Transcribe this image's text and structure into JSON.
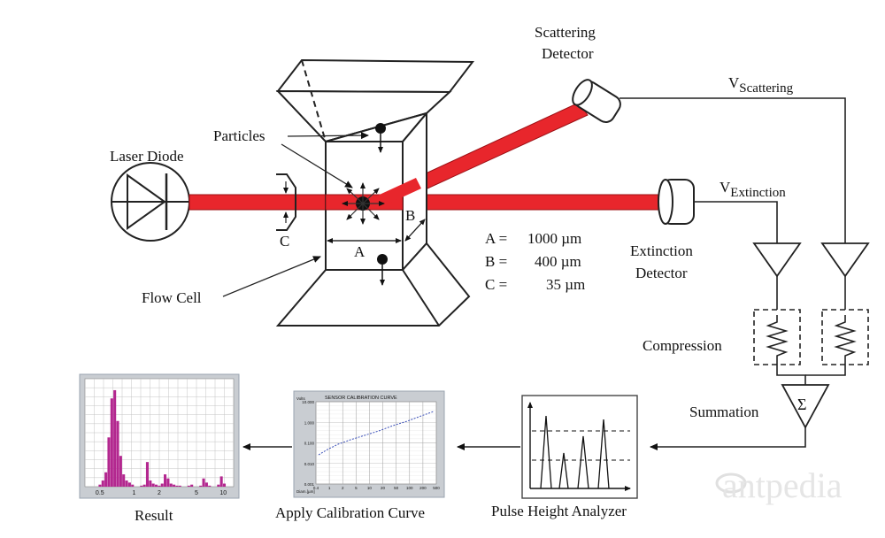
{
  "labels": {
    "laser_diode": "Laser Diode",
    "particles": "Particles",
    "flow_cell": "Flow Cell",
    "dim_a": "A",
    "dim_b": "B",
    "dim_c": "C",
    "scattering_detector_line1": "Scattering",
    "scattering_detector_line2": "Detector",
    "extinction_detector_line1": "Extinction",
    "extinction_detector_line2": "Detector",
    "v_scattering": "V",
    "v_scattering_sub": "Scattering",
    "v_extinction": "V",
    "v_extinction_sub": "Extinction",
    "compression": "Compression",
    "summation": "Summation",
    "summation_symbol": "Σ",
    "pulse_height_analyzer": "Pulse Height Analyzer",
    "apply_calibration_curve": "Apply Calibration Curve",
    "result": "Result",
    "watermark": "antpedia"
  },
  "dimensions": [
    {
      "key": "A =",
      "value": "1000 µm"
    },
    {
      "key": "B =",
      "value": "400 µm"
    },
    {
      "key": "C =",
      "value": "35 µm"
    }
  ],
  "calibration_chart": {
    "title": "SENSOR CALIBRATION CURVE",
    "ylabel": "Volts",
    "xlabel": "Diam.[µm]",
    "yticks": [
      "10.000",
      "1.000",
      "0.100",
      "0.010",
      "0.001"
    ],
    "xticks": [
      "0.4",
      "1",
      "2",
      "5",
      "10",
      "20",
      "50",
      "100",
      "200",
      "500"
    ]
  },
  "result_chart": {
    "xticks": [
      "0.5",
      "1",
      "2",
      "5",
      "10"
    ]
  },
  "colors": {
    "laser": "#e8262c",
    "laser_edge": "#9c1015",
    "line": "#222222",
    "histogram": "#b3278f",
    "panel_frame": "#9aa4b0",
    "calib_title": "#d8437a"
  }
}
